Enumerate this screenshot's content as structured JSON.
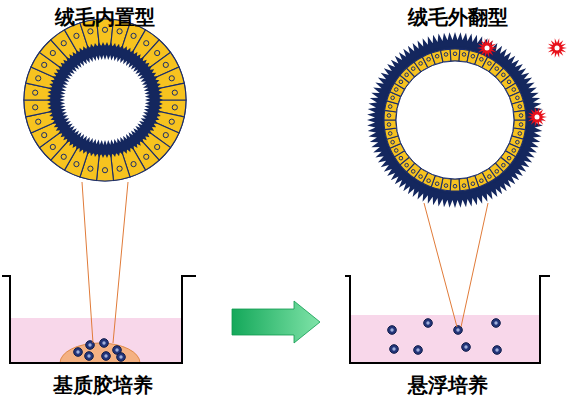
{
  "diagram": {
    "nodes": [
      {
        "text": [
          "绒毛内置型"
        ]
      },
      {
        "text": [
          "绒毛外翻型"
        ]
      },
      {
        "text": [
          "基质胶培养"
        ]
      },
      {
        "text": [
          "悬浮培养"
        ]
      }
    ],
    "edges": [
      {
        "from": 2,
        "to": 3,
        "arrow": "to"
      }
    ]
  }
}
